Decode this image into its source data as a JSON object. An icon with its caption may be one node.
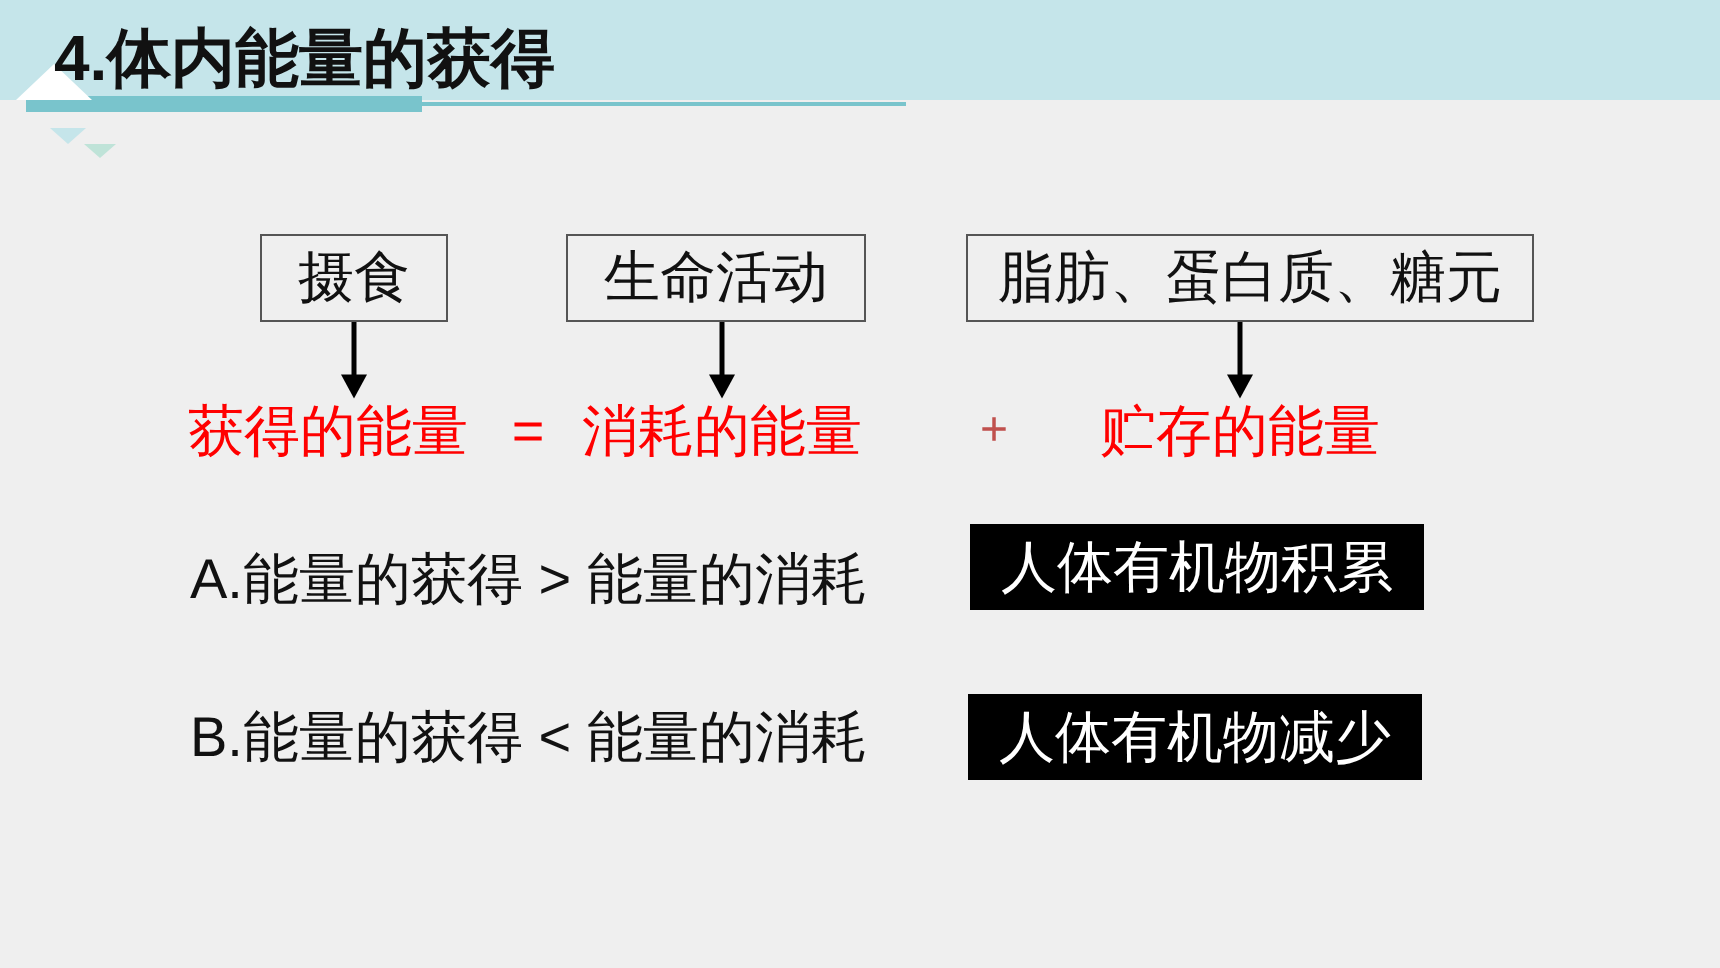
{
  "diagram": {
    "title": "4.体内能量的获得",
    "nodes": [
      {
        "text": [
          "摄食"
        ]
      },
      {
        "text": [
          "生命活动"
        ]
      },
      {
        "text": [
          "脂肪、蛋白质、糖元"
        ]
      },
      {
        "text": [
          "获得的能量"
        ]
      },
      {
        "text": [
          "消耗的能量"
        ]
      },
      {
        "text": [
          "贮存的能量"
        ]
      },
      {
        "text": [
          "人体有机物积累"
        ]
      },
      {
        "text": [
          "人体有机物减少"
        ]
      }
    ],
    "edges": [
      {
        "from": 0,
        "to": 3,
        "arrow": "to"
      },
      {
        "from": 1,
        "to": 4,
        "arrow": "to"
      },
      {
        "from": 2,
        "to": 5,
        "arrow": "to"
      }
    ],
    "labels": [
      "=",
      "+",
      "A.能量的获得 > 能量的消耗",
      "B.能量的获得 < 能量的消耗"
    ]
  }
}
